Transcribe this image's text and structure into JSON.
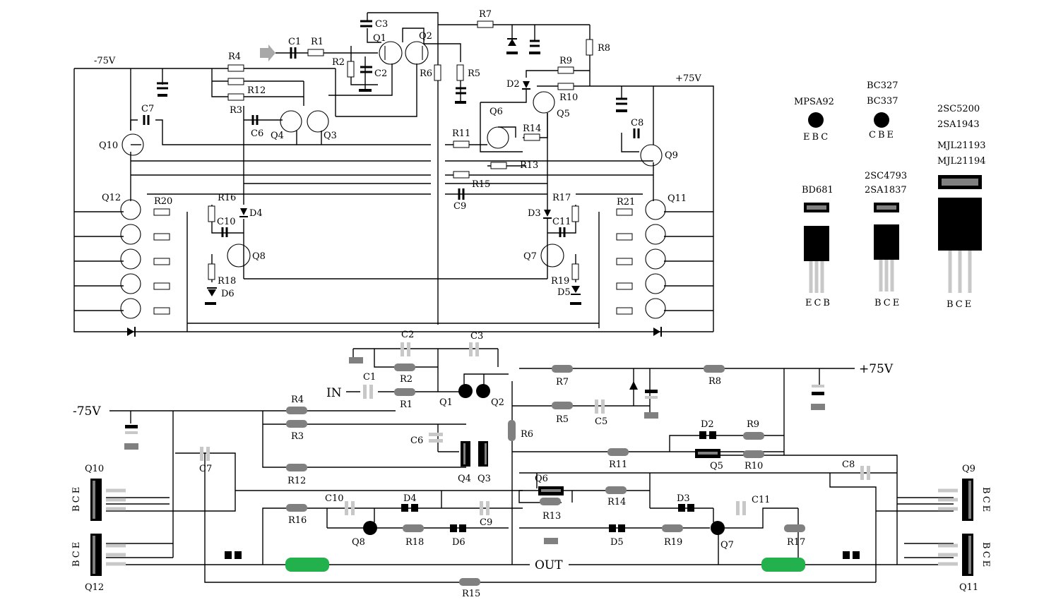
{
  "supply": {
    "neg": "-75V",
    "pos": "+75V"
  },
  "top_labels": {
    "C1": "C1",
    "C2": "C2",
    "C3": "C3",
    "C5": "C5",
    "C6": "C6",
    "C7": "C7",
    "C8": "C8",
    "C9": "C9",
    "C10": "C10",
    "C11": "C11",
    "R1": "R1",
    "R2": "R2",
    "R3": "R3",
    "R4": "R4",
    "R5": "R5",
    "R6": "R6",
    "R7": "R7",
    "R8": "R8",
    "R9": "R9",
    "R10": "R10",
    "R11": "R11",
    "R12": "R12",
    "R13": "R13",
    "R14": "R14",
    "R15": "R15",
    "R16": "R16",
    "R17": "R17",
    "R18": "R18",
    "R19": "R19",
    "R20": "R20",
    "R21": "R21",
    "Q1": "Q1",
    "Q2": "Q2",
    "Q3": "Q3",
    "Q4": "Q4",
    "Q5": "Q5",
    "Q6": "Q6",
    "Q7": "Q7",
    "Q8": "Q8",
    "Q9": "Q9",
    "Q10": "Q10",
    "Q11": "Q11",
    "Q12": "Q12",
    "D2": "D2",
    "D3": "D3",
    "D4": "D4",
    "D5": "D5",
    "D6": "D6"
  },
  "legend": {
    "mpsa": "MPSA92",
    "mpsa_pins": "EBC",
    "bc1": "BC327",
    "bc2": "BC337",
    "bc_pins": "CBE",
    "bd": "BD681",
    "bd_pins": "ECB",
    "sc1": "2SC4793",
    "sc2": "2SA1837",
    "sc_pins": "BCE",
    "big1": "2SC5200",
    "big2": "2SA1943",
    "big3": "MJL21193",
    "big4": "MJL21194",
    "big_pins": "BCE"
  },
  "pcb": {
    "in": "IN",
    "out": "OUT",
    "neg": "-75V",
    "pos": "+75V",
    "bce": "BCE"
  }
}
